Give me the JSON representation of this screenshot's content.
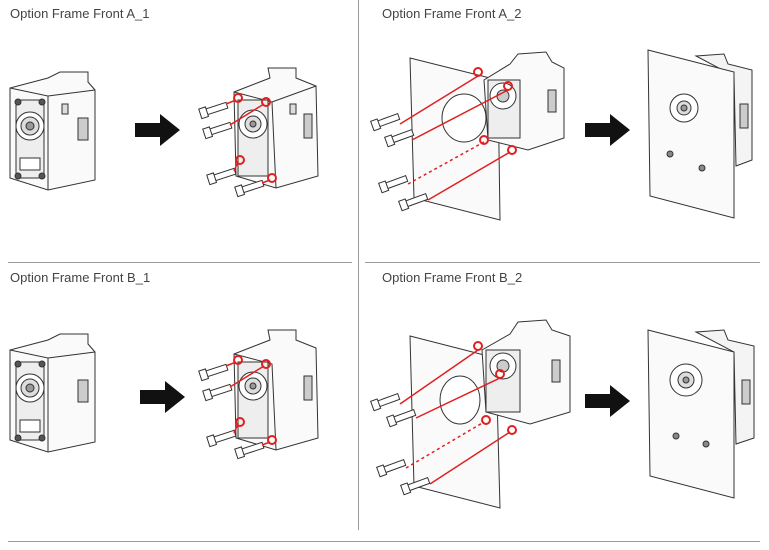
{
  "panels": {
    "a1": {
      "title": "Option Frame Front A_1"
    },
    "a2": {
      "title": "Option Frame Front A_2"
    },
    "b1": {
      "title": "Option Frame Front B_1"
    },
    "b2": {
      "title": "Option Frame Front B_2"
    }
  },
  "colors": {
    "line": "#333333",
    "bolt_highlight": "#e02020",
    "arrow": "#111111"
  }
}
